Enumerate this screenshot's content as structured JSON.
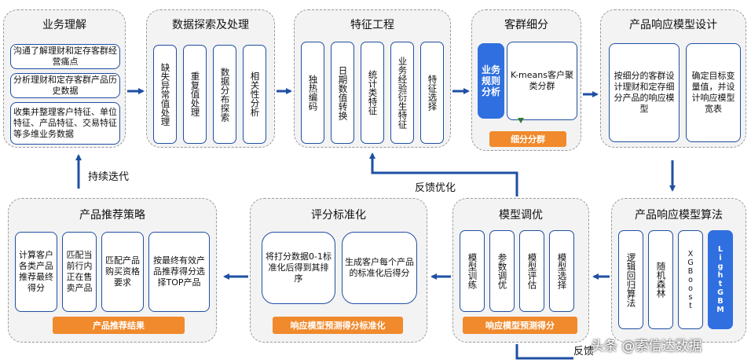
{
  "stages": {
    "business": {
      "title": "业务理解",
      "items": [
        "沟通了解理财和定存客群经营痛点",
        "分析理财和定存客群产品历史数据",
        "收集并整理客户特征、单位特征、产品特征、交易特征等多维业务数据"
      ]
    },
    "data_explore": {
      "title": "数据探索及处理",
      "items": [
        "缺失异常值处理",
        "重复值处理",
        "数据分布探索",
        "相关性分析"
      ]
    },
    "feature": {
      "title": "特征工程",
      "items": [
        "独热编码",
        "日期数值转换",
        "统计类特征",
        "业务经验衍生特征",
        "特征选择"
      ]
    },
    "segment": {
      "title": "客群细分",
      "business_rule": "业务规则分析",
      "kmeans": "K-means客户聚类分群",
      "result": "细分分群"
    },
    "design": {
      "title": "产品响应模型设计",
      "items": [
        "按细分的客群设计理财和定存细分产品的响应模型",
        "确定目标变量值，并设计响应模型宽表"
      ]
    },
    "algorithm": {
      "title": "产品响应模型算法",
      "items": [
        "逻辑回归算法",
        "随机森林",
        "XGBoost",
        "LightGBM"
      ]
    },
    "tuning": {
      "title": "模型调优",
      "items": [
        "模型训练",
        "参数调优",
        "模型评估",
        "模型选择"
      ],
      "result": "响应模型预测得分"
    },
    "normalize": {
      "title": "评分标准化",
      "items": [
        "将打分数据0-1标准化后得到其排序",
        "生成客户每个产品的标准化后得分"
      ],
      "result": "响应模型预测得分标准化"
    },
    "recommend": {
      "title": "产品推荐策略",
      "items": [
        "计算客户各类产品推荐最终得分",
        "匹配当前行内正在售卖产品",
        "匹配产品购买资格要求",
        "按最终有效产品推荐得分选择TOP产品"
      ],
      "result": "产品推荐结果"
    }
  },
  "labels": {
    "iterate": "持续迭代",
    "feedback": "反馈优化",
    "feedback_cut": "反馈",
    "watermark": "头条 @索信达数据"
  },
  "colors": {
    "box_border": "#1f4fa3",
    "highlight_blue": "#2f6fe0",
    "result_orange": "#f08a2c",
    "arrow_blue": "#1f4fa3",
    "stage_bg": "#f3f3f3"
  }
}
